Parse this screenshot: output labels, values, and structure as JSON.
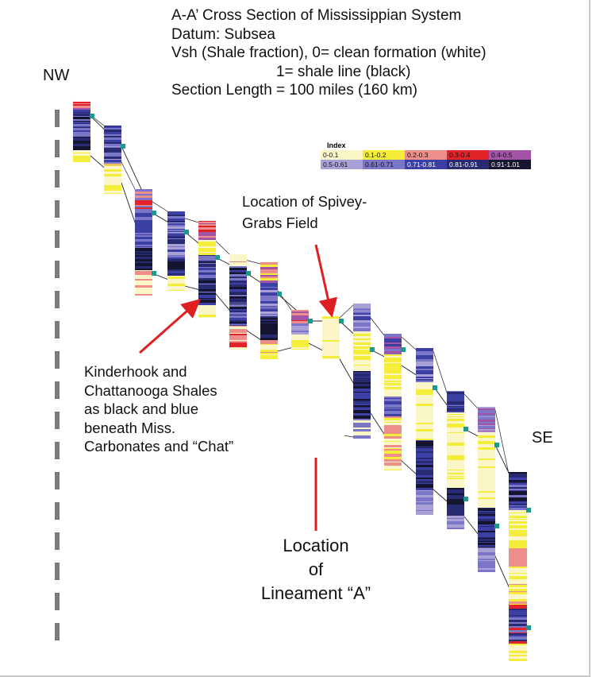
{
  "title_lines": [
    "A-A’ Cross Section of Mississippian System",
    "Datum: Subsea",
    "Vsh (Shale fraction), 0= clean formation (white)",
    "                         1= shale line (black)",
    "Section Length = 100 miles (160 km)"
  ],
  "labels": {
    "nw": "NW",
    "se": "SE",
    "spivey": [
      "Location of Spivey-",
      "Grabs Field"
    ],
    "kinderhook": [
      "Kinderhook and",
      "Chattanooga Shales",
      "as black and blue",
      "beneath Miss.",
      "Carbonates and “Chat”"
    ],
    "lineament": [
      "Location",
      "of",
      "Lineament “A”"
    ]
  },
  "legend": {
    "title": "Index",
    "items": [
      {
        "label": "0-0.1",
        "color": "#fbf6c8",
        "text_color": "#111111"
      },
      {
        "label": "0.1-0.2",
        "color": "#f4ee3a",
        "text_color": "#111111"
      },
      {
        "label": "0.2-0.3",
        "color": "#ee8e8a",
        "text_color": "#111111"
      },
      {
        "label": "0.3-0.4",
        "color": "#e3232a",
        "text_color": "#111111"
      },
      {
        "label": "0.4-0.5",
        "color": "#a454a6",
        "text_color": "#111111"
      },
      {
        "label": "0.5-0.61",
        "color": "#a9a0d6",
        "text_color": "#111111"
      },
      {
        "label": "0.61-0.71",
        "color": "#7b76c8",
        "text_color": "#111111"
      },
      {
        "label": "0.71-0.81",
        "color": "#3c3fa4",
        "text_color": "#ffffff"
      },
      {
        "label": "0.81-0.91",
        "color": "#282a72",
        "text_color": "#ffffff"
      },
      {
        "label": "0.91-1.01",
        "color": "#151530",
        "text_color": "#ffffff"
      }
    ]
  },
  "colors": {
    "marker": "#1a9a8a",
    "arrow": "#e02020",
    "axis_dash": "#7a7a7a",
    "correlation_line": "#222222"
  }
}
